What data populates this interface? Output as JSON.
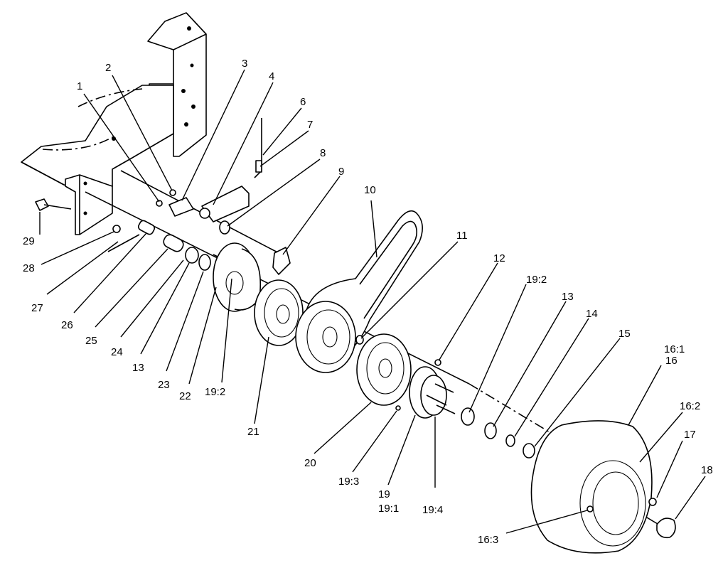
{
  "callouts": [
    {
      "id": "c1",
      "text": "1"
    },
    {
      "id": "c2",
      "text": "2"
    },
    {
      "id": "c3",
      "text": "3"
    },
    {
      "id": "c4",
      "text": "4"
    },
    {
      "id": "c6",
      "text": "6"
    },
    {
      "id": "c7",
      "text": "7"
    },
    {
      "id": "c8",
      "text": "8"
    },
    {
      "id": "c9",
      "text": "9"
    },
    {
      "id": "c10",
      "text": "10"
    },
    {
      "id": "c11",
      "text": "11"
    },
    {
      "id": "c12",
      "text": "12"
    },
    {
      "id": "c19_2a",
      "text": "19:2"
    },
    {
      "id": "c13a",
      "text": "13"
    },
    {
      "id": "c14",
      "text": "14"
    },
    {
      "id": "c15",
      "text": "15"
    },
    {
      "id": "c16_1",
      "text": "16:1"
    },
    {
      "id": "c16",
      "text": "16"
    },
    {
      "id": "c16_2",
      "text": "16:2"
    },
    {
      "id": "c17",
      "text": "17"
    },
    {
      "id": "c18",
      "text": "18"
    },
    {
      "id": "c16_3",
      "text": "16:3"
    },
    {
      "id": "c19_4",
      "text": "19:4"
    },
    {
      "id": "c19",
      "text": "19"
    },
    {
      "id": "c19_1",
      "text": "19:1"
    },
    {
      "id": "c19_3",
      "text": "19:3"
    },
    {
      "id": "c20",
      "text": "20"
    },
    {
      "id": "c21",
      "text": "21"
    },
    {
      "id": "c19_2b",
      "text": "19:2"
    },
    {
      "id": "c22",
      "text": "22"
    },
    {
      "id": "c23",
      "text": "23"
    },
    {
      "id": "c13b",
      "text": "13"
    },
    {
      "id": "c24",
      "text": "24"
    },
    {
      "id": "c25",
      "text": "25"
    },
    {
      "id": "c26",
      "text": "26"
    },
    {
      "id": "c27",
      "text": "27"
    },
    {
      "id": "c28",
      "text": "28"
    },
    {
      "id": "c29",
      "text": "29"
    }
  ]
}
